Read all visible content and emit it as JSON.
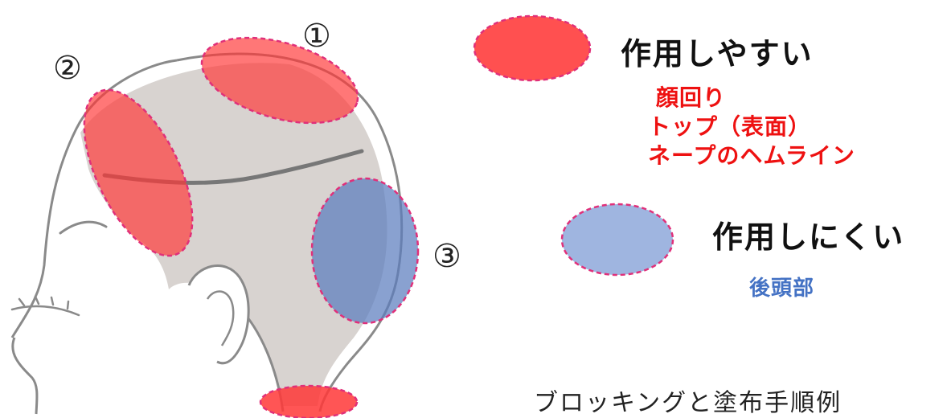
{
  "markers": {
    "m1": "①",
    "m2": "②",
    "m3": "③"
  },
  "legend": {
    "easy": {
      "label": "作用しやすい",
      "color": "#ff3b3b",
      "items": [
        "顔回り",
        "トップ（表面）",
        "ネープのヘムライン"
      ]
    },
    "hard": {
      "label": "作用しにくい",
      "color": "#8faadc",
      "items": [
        "後頭部"
      ]
    }
  },
  "caption": "ブロッキングと塗布手順例",
  "colors": {
    "hair": "#d8d3d0",
    "outline": "#8a8a8a",
    "ellipse_border": "#e0307a",
    "item_red": "#ee1111",
    "item_blue": "#4472c4"
  }
}
